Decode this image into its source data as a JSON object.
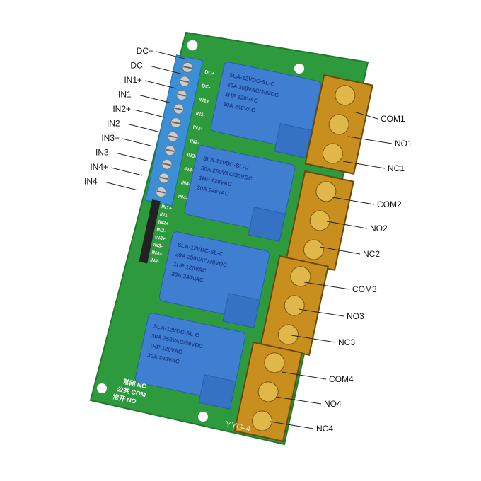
{
  "left_labels": [
    "DC+",
    "DC -",
    "IN1+",
    "IN1 -",
    "IN2+",
    "IN2 -",
    "IN3+",
    "IN3 -",
    "IN4+",
    "IN4 -"
  ],
  "right_labels": [
    "COM1",
    "NO1",
    "NC1",
    "COM2",
    "NO2",
    "NC2",
    "COM3",
    "NO3",
    "NC3",
    "COM4",
    "NO4",
    "NC4"
  ],
  "board_silk": [
    "DC+",
    "DC-",
    "IN1+",
    "IN1-",
    "IN2+",
    "IN2-",
    "IN3+",
    "IN3-",
    "IN4+",
    "IN4-"
  ],
  "header_silk": [
    "IN1+",
    "IN1-",
    "IN2+",
    "IN2-",
    "IN3+",
    "IN3-",
    "IN4+",
    "IN4-"
  ],
  "relay": {
    "model": "SLA-12VDC-SL-C",
    "rating1": "30A 250VAC/30VDC",
    "rating2": "1HP 120VAC",
    "rating3": "30A 240VAC"
  },
  "legend": [
    "常闭 NC",
    "公共 COM",
    "常开 NO"
  ],
  "model_code": "YYG-4",
  "colors": {
    "board": "#2e9a3e",
    "terminal_blue": "#3b8fd6",
    "relay_blue": "#3f7ed0",
    "brass": "#c98f1e"
  }
}
